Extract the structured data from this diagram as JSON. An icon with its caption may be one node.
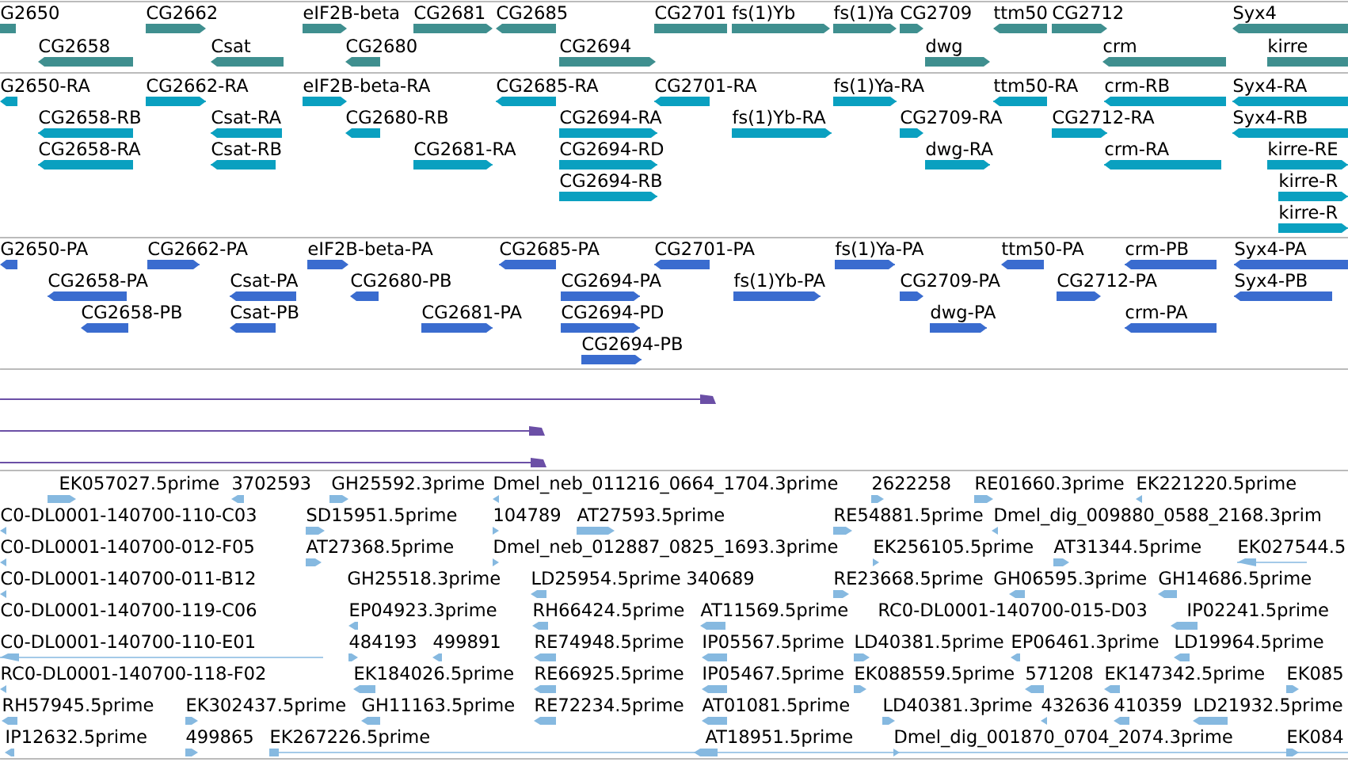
{
  "diagram": {
    "labels": [
      "G2650",
      "CG2662",
      "eIF2B-beta",
      "CG2681",
      "CG2685",
      "CG2701",
      "fs(1)Yb",
      "fs(1)Ya",
      "CG2709",
      "ttm50",
      "CG2712",
      "Syx4",
      "CG2658",
      "Csat",
      "CG2680",
      "CG2694",
      "dwg",
      "crm",
      "kirre",
      "G2650-RA",
      "CG2662-RA",
      "eIF2B-beta-RA",
      "CG2685-RA",
      "CG2701-RA",
      "fs(1)Ya-RA",
      "ttm50-RA",
      "crm-RB",
      "Syx4-RA",
      "CG2658-RB",
      "Csat-RA",
      "CG2680-RB",
      "CG2694-RA",
      "fs(1)Yb-RA",
      "CG2709-RA",
      "CG2712-RA",
      "Syx4-RB",
      "CG2658-RA",
      "Csat-RB",
      "CG2681-RA",
      "CG2694-RD",
      "dwg-RA",
      "crm-RA",
      "kirre-RE",
      "CG2694-RB",
      "kirre-R",
      "kirre-R",
      "G2650-PA",
      "CG2662-PA",
      "eIF2B-beta-PA",
      "CG2685-PA",
      "CG2701-PA",
      "fs(1)Ya-PA",
      "ttm50-PA",
      "crm-PB",
      "Syx4-PA",
      "CG2658-PA",
      "Csat-PA",
      "CG2680-PB",
      "CG2694-PA",
      "fs(1)Yb-PA",
      "CG2709-PA",
      "CG2712-PA",
      "Syx4-PB",
      "CG2658-PB",
      "Csat-PB",
      "CG2681-PA",
      "CG2694-PD",
      "dwg-PA",
      "crm-PA",
      "CG2694-PB",
      "EK057027.5prime",
      "3702593",
      "GH25592.3prime",
      "Dmel_neb_011216_0664_1704.3prime",
      "2622258",
      "RE01660.3prime",
      "EK221220.5prime",
      "C0-DL0001-140700-110-C03",
      "SD15951.5prime",
      "104789",
      "AT27593.5prime",
      "RE54881.5prime",
      "Dmel_dig_009880_0588_2168.3prim",
      "C0-DL0001-140700-012-F05",
      "AT27368.5prime",
      "Dmel_neb_012887_0825_1693.3prime",
      "EK256105.5prime",
      "AT31344.5prime",
      "EK027544.5",
      "C0-DL0001-140700-011-B12",
      "GH25518.3prime",
      "LD25954.5prime",
      "340689",
      "RE23668.5prime",
      "GH06595.3prime",
      "GH14686.5prime",
      "C0-DL0001-140700-119-C06",
      "EP04923.3prime",
      "RH66424.5prime",
      "AT11569.5prime",
      "RC0-DL0001-140700-015-D03",
      "IP02241.5prime",
      "C0-DL0001-140700-110-E01",
      "484193",
      "499891",
      "RE74948.5prime",
      "IP05567.5prime",
      "LD40381.5prime",
      "EP06461.3prime",
      "LD19964.5prime",
      "RC0-DL0001-140700-118-F02",
      "EK184026.5prime",
      "RE66925.5prime",
      "IP05467.5prime",
      "EK088559.5prime",
      "571208",
      "EK147342.5prime",
      "EK085",
      "RH57945.5prime",
      "EK302437.5prime",
      "GH11163.5prime",
      "RE72234.5prime",
      "AT01081.5prime",
      "LD40381.3prime",
      "432636",
      "410359",
      "LD21932.5prime",
      "IP12632.5prime",
      "499865",
      "EK267226.5prime",
      "AT18951.5prime",
      "Dmel_dig_001870_0704_2074.3prime",
      "EK084"
    ]
  }
}
